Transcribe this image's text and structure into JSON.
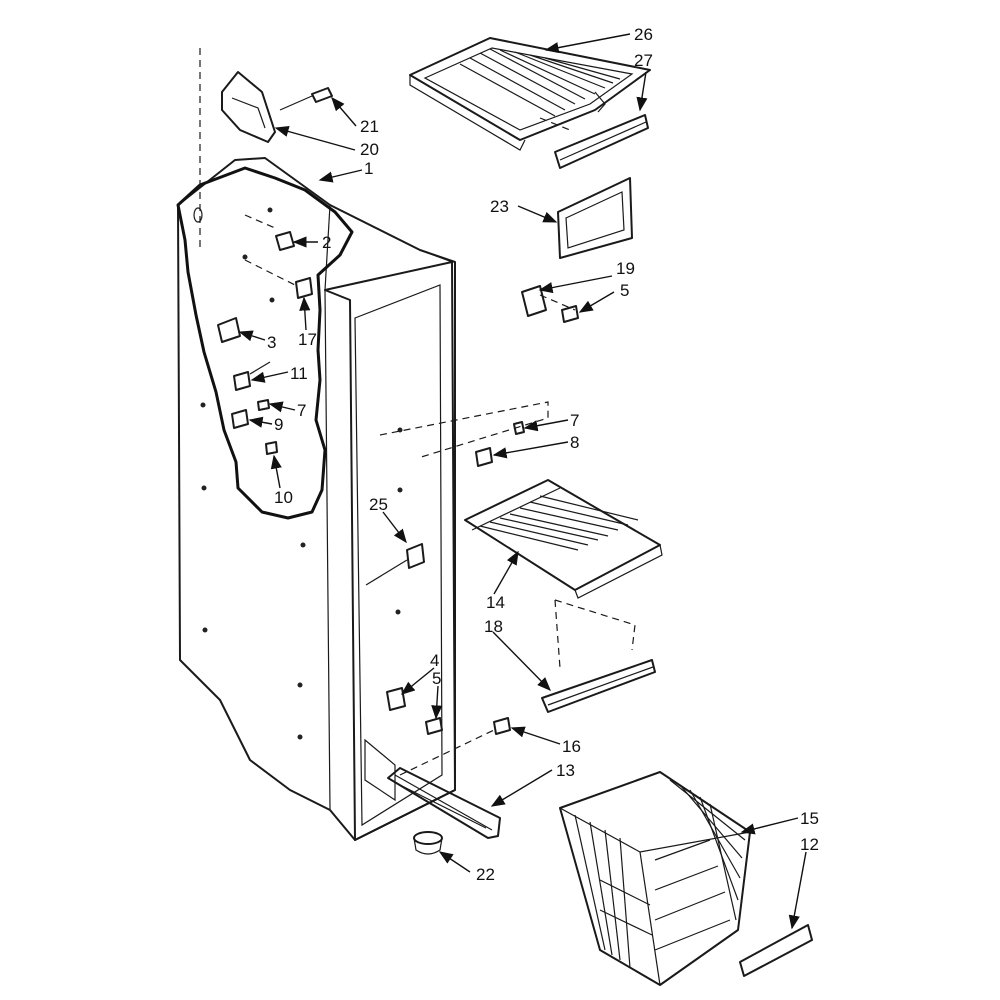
{
  "labels": {
    "l1": "1",
    "l2": "2",
    "l3": "3",
    "l4": "4",
    "l5a": "5",
    "l5b": "5",
    "l7a": "7",
    "l7b": "7",
    "l8": "8",
    "l9": "9",
    "l10": "10",
    "l11": "11",
    "l12": "12",
    "l13": "13",
    "l14": "14",
    "l15": "15",
    "l16": "16",
    "l17": "17",
    "l18": "18",
    "l19": "19",
    "l20": "20",
    "l21": "21",
    "l22": "22",
    "l23": "23",
    "l25": "25",
    "l26": "26",
    "l27": "27"
  },
  "colors": {
    "line": "#1a1a1a",
    "background": "#ffffff"
  }
}
